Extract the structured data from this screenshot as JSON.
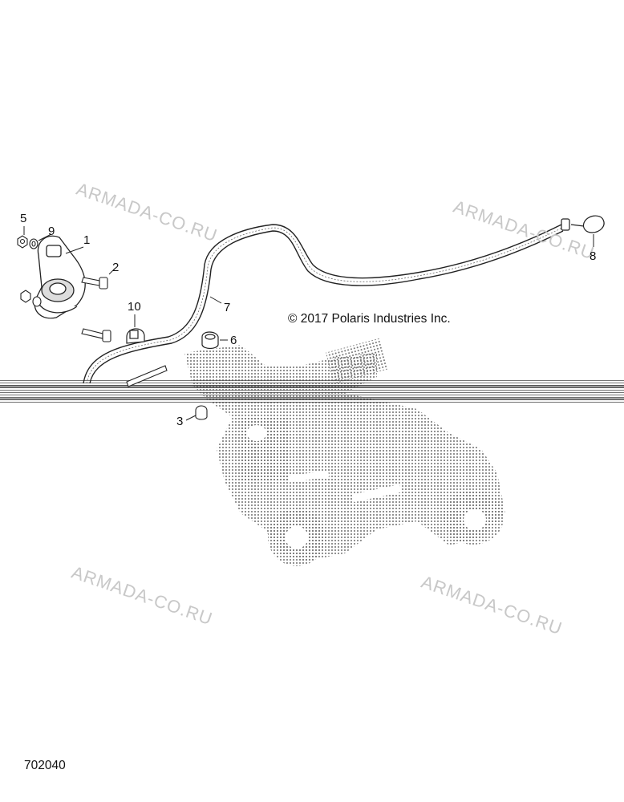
{
  "watermarks": [
    "ARMADA-CO.RU",
    "ARMADA-CO.RU",
    "ARMADA-CO.RU",
    "ARMADA-CO.RU"
  ],
  "copyright": "© 2017 Polaris Industries Inc.",
  "drawing_id": "702040",
  "callouts": [
    "1",
    "2",
    "3",
    "5",
    "6",
    "7",
    "8",
    "9",
    "10"
  ],
  "colors": {
    "line": "#222222",
    "dots": "#555555",
    "watermark": "#c8c8c8",
    "background": "#ffffff"
  }
}
